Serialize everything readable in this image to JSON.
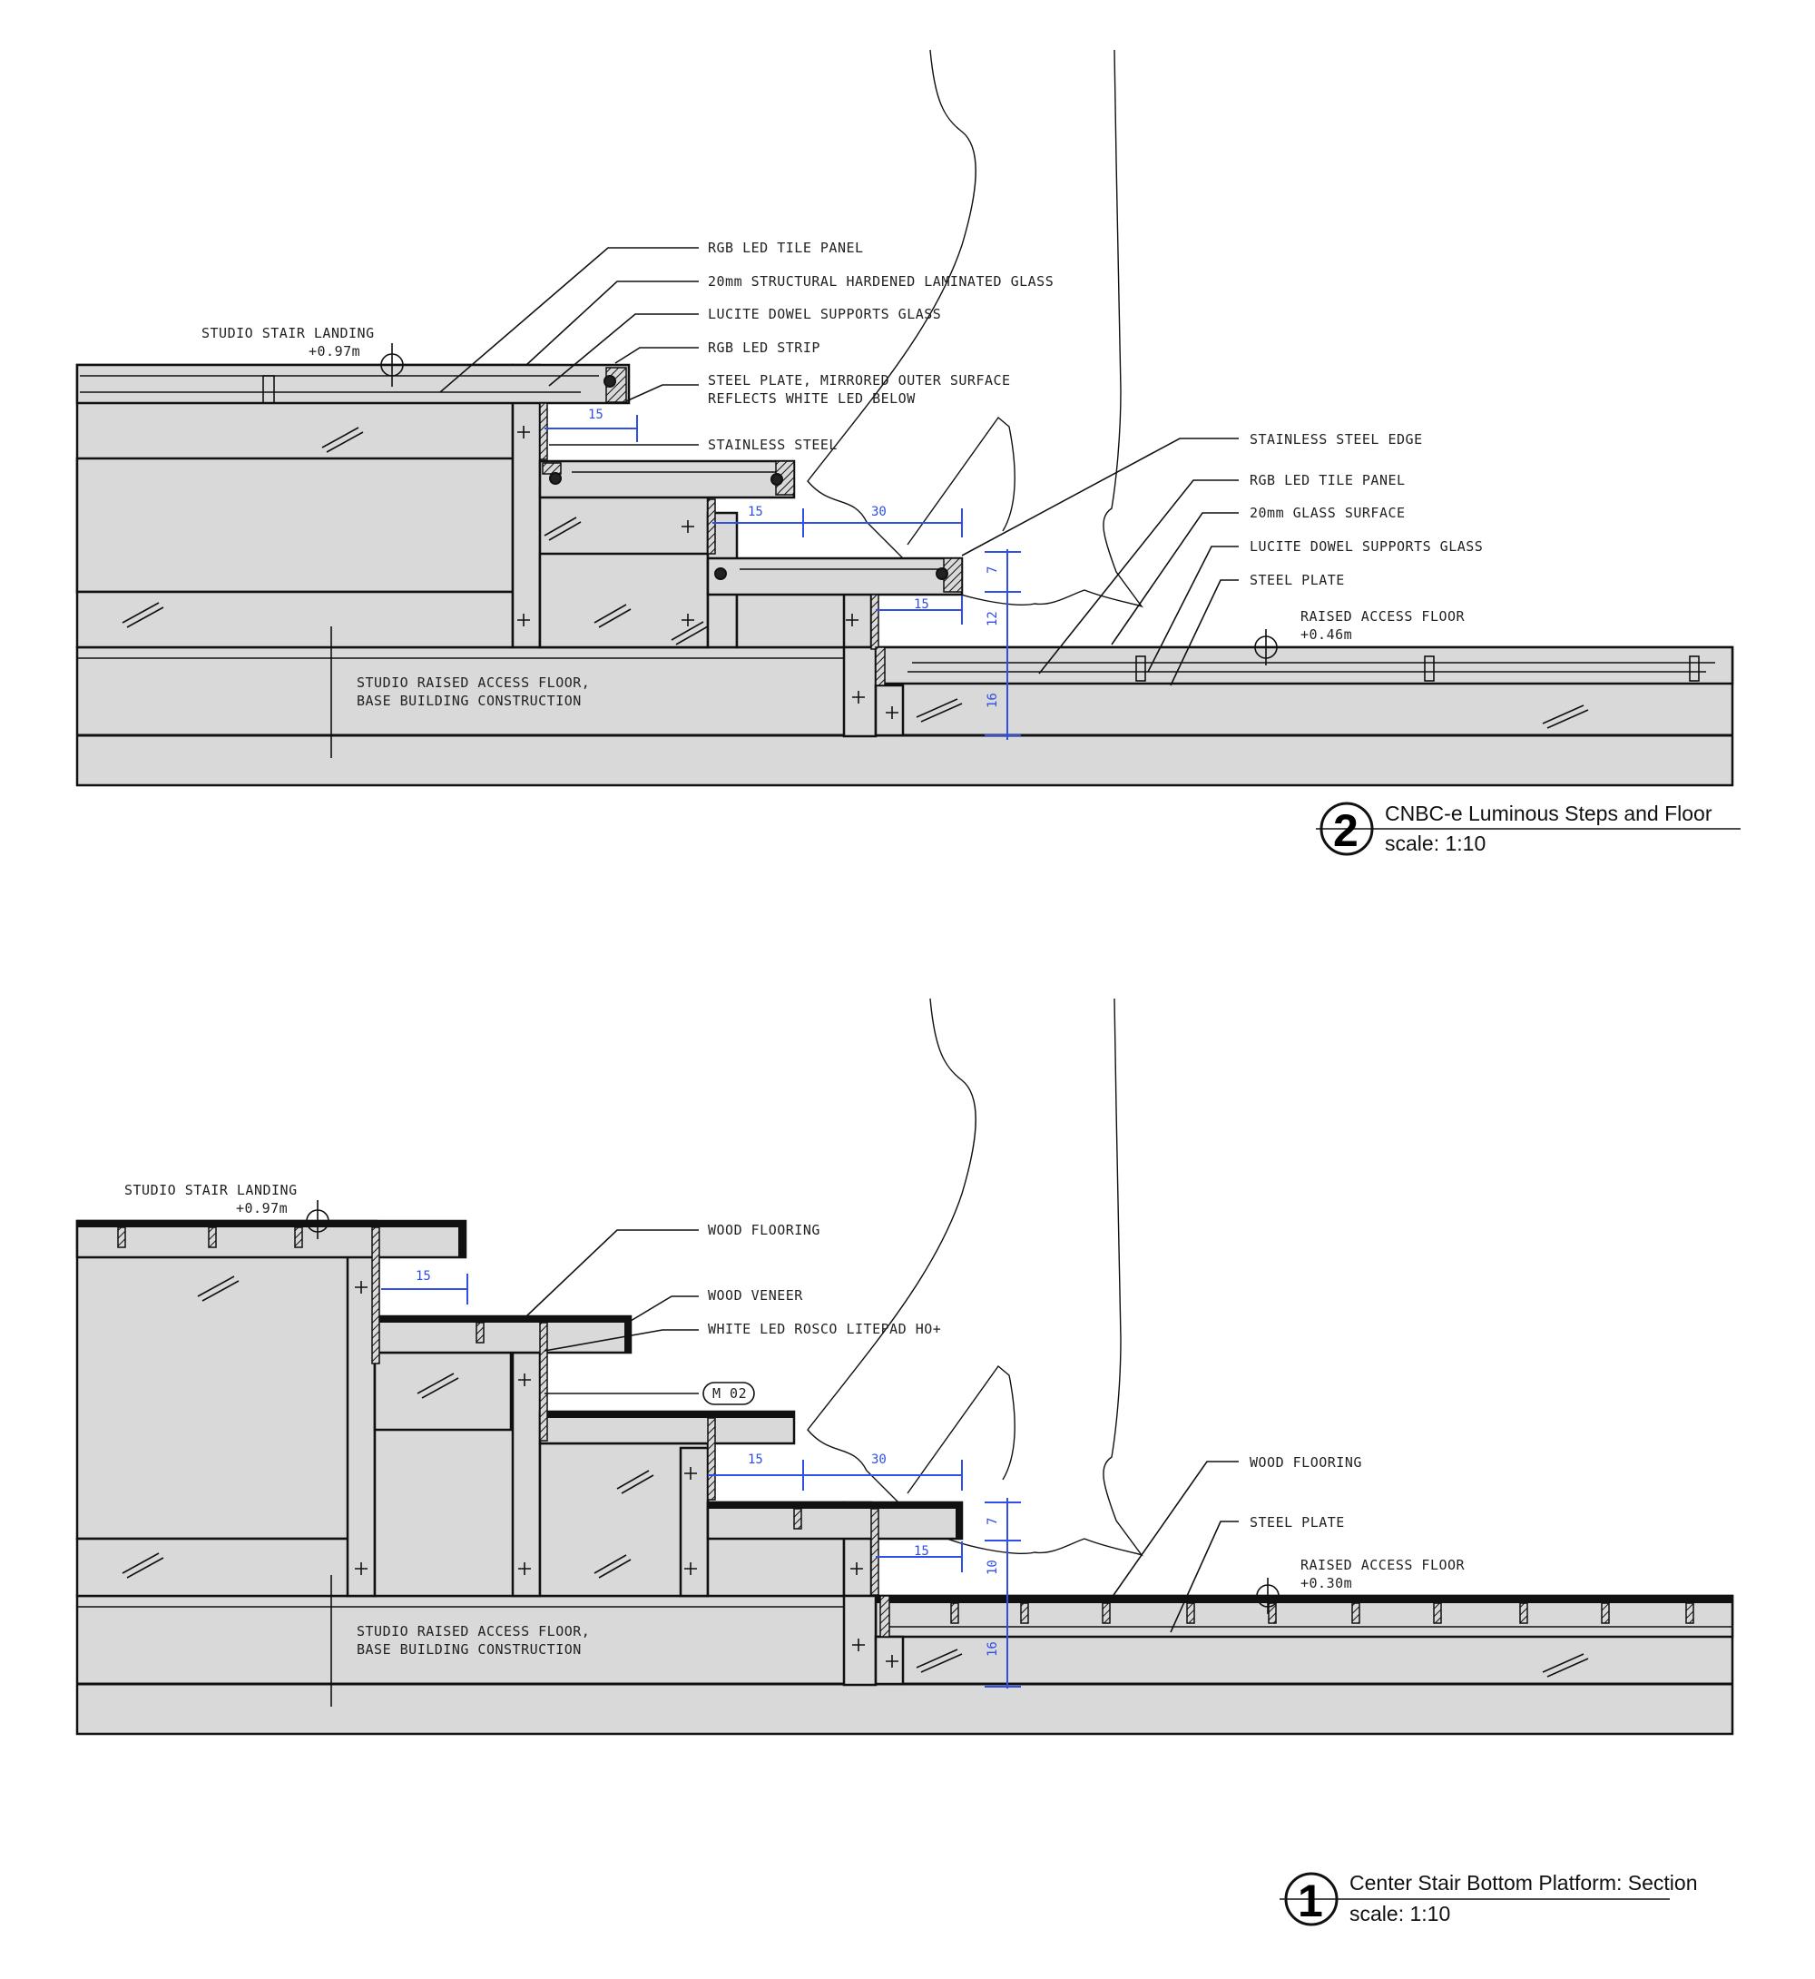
{
  "drawings": [
    {
      "id": "section-2",
      "number": "2",
      "title": "CNBC-e Luminous Steps and Floor",
      "scale": "scale:  1:10",
      "landing": {
        "label": "STUDIO STAIR LANDING",
        "level": "+0.97m"
      },
      "floor": {
        "label": "RAISED ACCESS FLOOR",
        "level": "+0.46m"
      },
      "base_note": [
        "STUDIO RAISED ACCESS FLOOR,",
        "BASE BUILDING CONSTRUCTION"
      ],
      "callouts_left": [
        "RGB LED TILE PANEL",
        "20mm STRUCTURAL HARDENED LAMINATED GLASS",
        "LUCITE DOWEL SUPPORTS GLASS",
        "RGB LED STRIP",
        "STEEL PLATE, MIRRORED OUTER SURFACE",
        "REFLECTS WHITE LED BELOW",
        "STAINLESS STEEL"
      ],
      "callouts_right": [
        "STAINLESS STEEL EDGE",
        "RGB LED TILE PANEL",
        "20mm GLASS SURFACE",
        "LUCITE DOWEL SUPPORTS GLASS",
        "STEEL PLATE"
      ],
      "dimensions": {
        "tread_a": "15",
        "tread_b": "15",
        "run": "30",
        "lower_tread": "15",
        "riser_top": "7",
        "riser_mid": "12",
        "floor_depth": "16"
      }
    },
    {
      "id": "section-1",
      "number": "1",
      "title": "Center Stair Bottom Platform: Section",
      "scale": "scale:  1:10",
      "landing": {
        "label": "STUDIO STAIR LANDING",
        "level": "+0.97m"
      },
      "floor": {
        "label": "RAISED ACCESS FLOOR",
        "level": "+0.30m"
      },
      "base_note": [
        "STUDIO RAISED ACCESS FLOOR,",
        "BASE BUILDING CONSTRUCTION"
      ],
      "callouts_left": [
        "WOOD FLOORING",
        "WOOD VENEER",
        "WHITE LED ROSCO LITEPAD HO+",
        "M 02"
      ],
      "callouts_right": [
        "WOOD FLOORING",
        "STEEL PLATE"
      ],
      "dimensions": {
        "tread_a": "15",
        "tread_b": "15",
        "run": "30",
        "lower_tread": "15",
        "riser_top": "7",
        "riser_mid": "10",
        "floor_depth": "16"
      }
    }
  ],
  "colors": {
    "section_fill": "#d9d9d9",
    "dimension": "#2f4fe8",
    "line": "#111111"
  }
}
